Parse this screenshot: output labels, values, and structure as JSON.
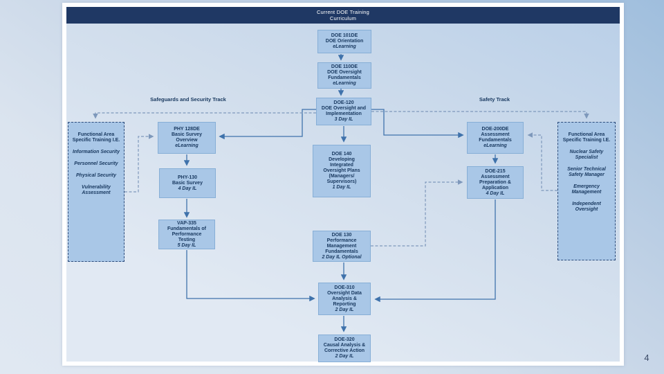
{
  "slide": {
    "header": {
      "line1": "Current DOE Training",
      "line2": "Curriculum"
    },
    "page_number": "4",
    "tracks": {
      "left_label": "Safeguards and Security Track",
      "right_label": "Safety Track"
    }
  },
  "courses": [
    {
      "code": "DOE 101DE",
      "lines": [
        "DOE Orientation"
      ],
      "duration": "eLearning"
    },
    {
      "code": "DOE 110DE",
      "lines": [
        "DOE Oversight",
        "Fundamentals"
      ],
      "duration": "eLearning"
    },
    {
      "code": "DOE-120",
      "lines": [
        "DOE Oversight and",
        "Implementation"
      ],
      "duration": "3 Day IL"
    },
    {
      "code": "PHY 128DE",
      "lines": [
        "Basic Survey",
        "Overview"
      ],
      "duration": "eLearning"
    },
    {
      "code": "PHY-130",
      "lines": [
        "Basic Survey"
      ],
      "duration": "4 Day IL"
    },
    {
      "code": "VAP-335",
      "lines": [
        "Fundamentals of",
        "Performance",
        "Testing"
      ],
      "duration": "5 Day IL"
    },
    {
      "code": "DOE 140",
      "lines": [
        "Developing",
        "Integrated",
        "Oversight Plans",
        "(Managers/",
        "Supervisors)"
      ],
      "duration": "1 Day IL"
    },
    {
      "code": "DOE 130",
      "lines": [
        "Performance",
        "Management",
        "Fundamentals"
      ],
      "duration": "2 Day IL Optional"
    },
    {
      "code": "DOE-200DE",
      "lines": [
        "Assessment",
        "Fundamentals"
      ],
      "duration": "eLearning"
    },
    {
      "code": "DOE-215",
      "lines": [
        "Assessment",
        "Preparation &",
        "Application"
      ],
      "duration": "4 Day IL"
    },
    {
      "code": "DOE-310",
      "lines": [
        "Oversight Data",
        "Analysis &",
        "Reporting"
      ],
      "duration": "2 Day IL"
    },
    {
      "code": "DOE-320",
      "lines": [
        "Causal Analysis &",
        "Corrective Action"
      ],
      "duration": "2 Day IL"
    }
  ],
  "functional_areas": {
    "left": {
      "heading": "Functional Area Specific Training I.E.",
      "items": [
        "Information Security",
        "Personnel Security",
        "Physical Security",
        "Vulnerability Assessment"
      ]
    },
    "right": {
      "heading": "Functional Area Specific Training I.E.",
      "items": [
        "Nuclear Safety Specialist",
        "Senior Technical Safety Manager",
        "Emergency Management",
        "Independent Oversight"
      ]
    }
  },
  "colors": {
    "header_bg": "#1f3864",
    "box_fill": "#a9c7e7",
    "box_border": "#86aed6",
    "func_border": "#2a4a7a",
    "text": "#17375e",
    "arrow": "#3f72ab",
    "dashed": "#7e98bb",
    "slide_bg_dark": "#b9cfe8",
    "slide_bg_light": "#e1e9f3"
  }
}
